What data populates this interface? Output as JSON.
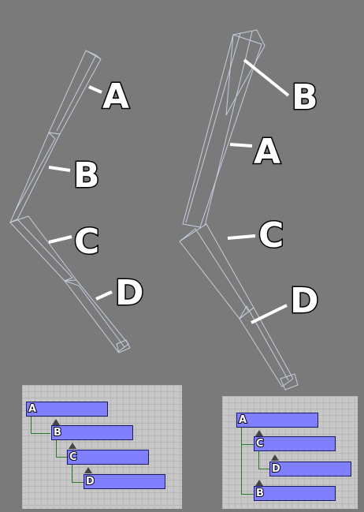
{
  "colors": {
    "background": "#7a7a7a",
    "bone_wire": "#c4cede",
    "callout": "#ffffff",
    "node_fill": "#8080ff",
    "panel_bg": "#c8c8c8",
    "connector": "#2a7a2a"
  },
  "left_rig": {
    "labels": {
      "a": "A",
      "b": "B",
      "c": "C",
      "d": "D"
    }
  },
  "right_rig": {
    "labels": {
      "b": "B",
      "a": "A",
      "c": "C",
      "d": "D"
    }
  },
  "left_hierarchy": {
    "nodes": [
      {
        "label": "A",
        "depth": 0
      },
      {
        "label": "B",
        "depth": 1
      },
      {
        "label": "C",
        "depth": 2
      },
      {
        "label": "D",
        "depth": 3
      }
    ]
  },
  "right_hierarchy": {
    "nodes": [
      {
        "label": "A",
        "depth": 0
      },
      {
        "label": "C",
        "depth": 1
      },
      {
        "label": "D",
        "depth": 2
      },
      {
        "label": "B",
        "depth": 1
      }
    ]
  }
}
